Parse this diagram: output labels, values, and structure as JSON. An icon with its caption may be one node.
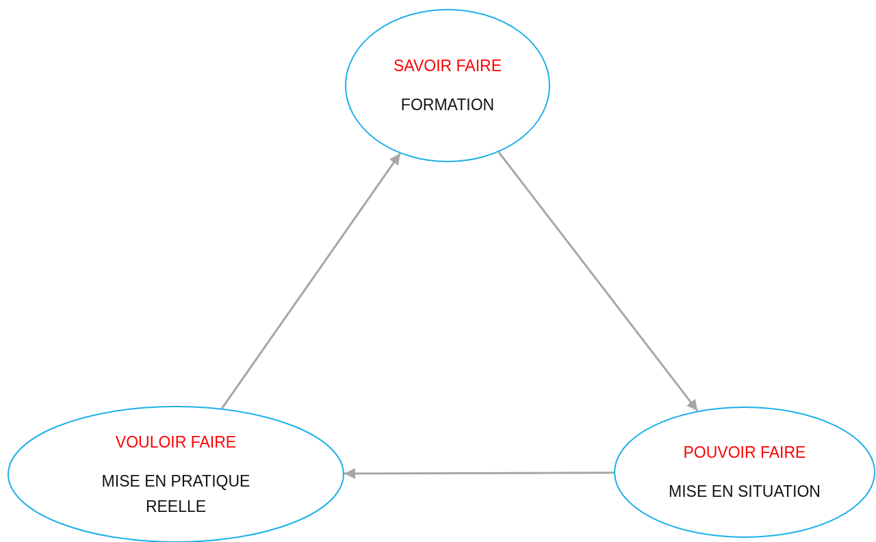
{
  "diagram": {
    "nodes": [
      {
        "text": [
          "SAVOIR FAIRE",
          "FORMATION"
        ]
      },
      {
        "text": [
          "POUVOIR FAIRE",
          "MISE EN SITUATION"
        ]
      },
      {
        "text": [
          "VOULOIR FAIRE",
          "MISE EN PRATIQUE REELLE"
        ]
      }
    ],
    "edges": [
      {
        "from": 0,
        "to": 1,
        "arrow": "to"
      },
      {
        "from": 1,
        "to": 2,
        "arrow": "to"
      },
      {
        "from": 2,
        "to": 0,
        "arrow": "to"
      }
    ]
  }
}
